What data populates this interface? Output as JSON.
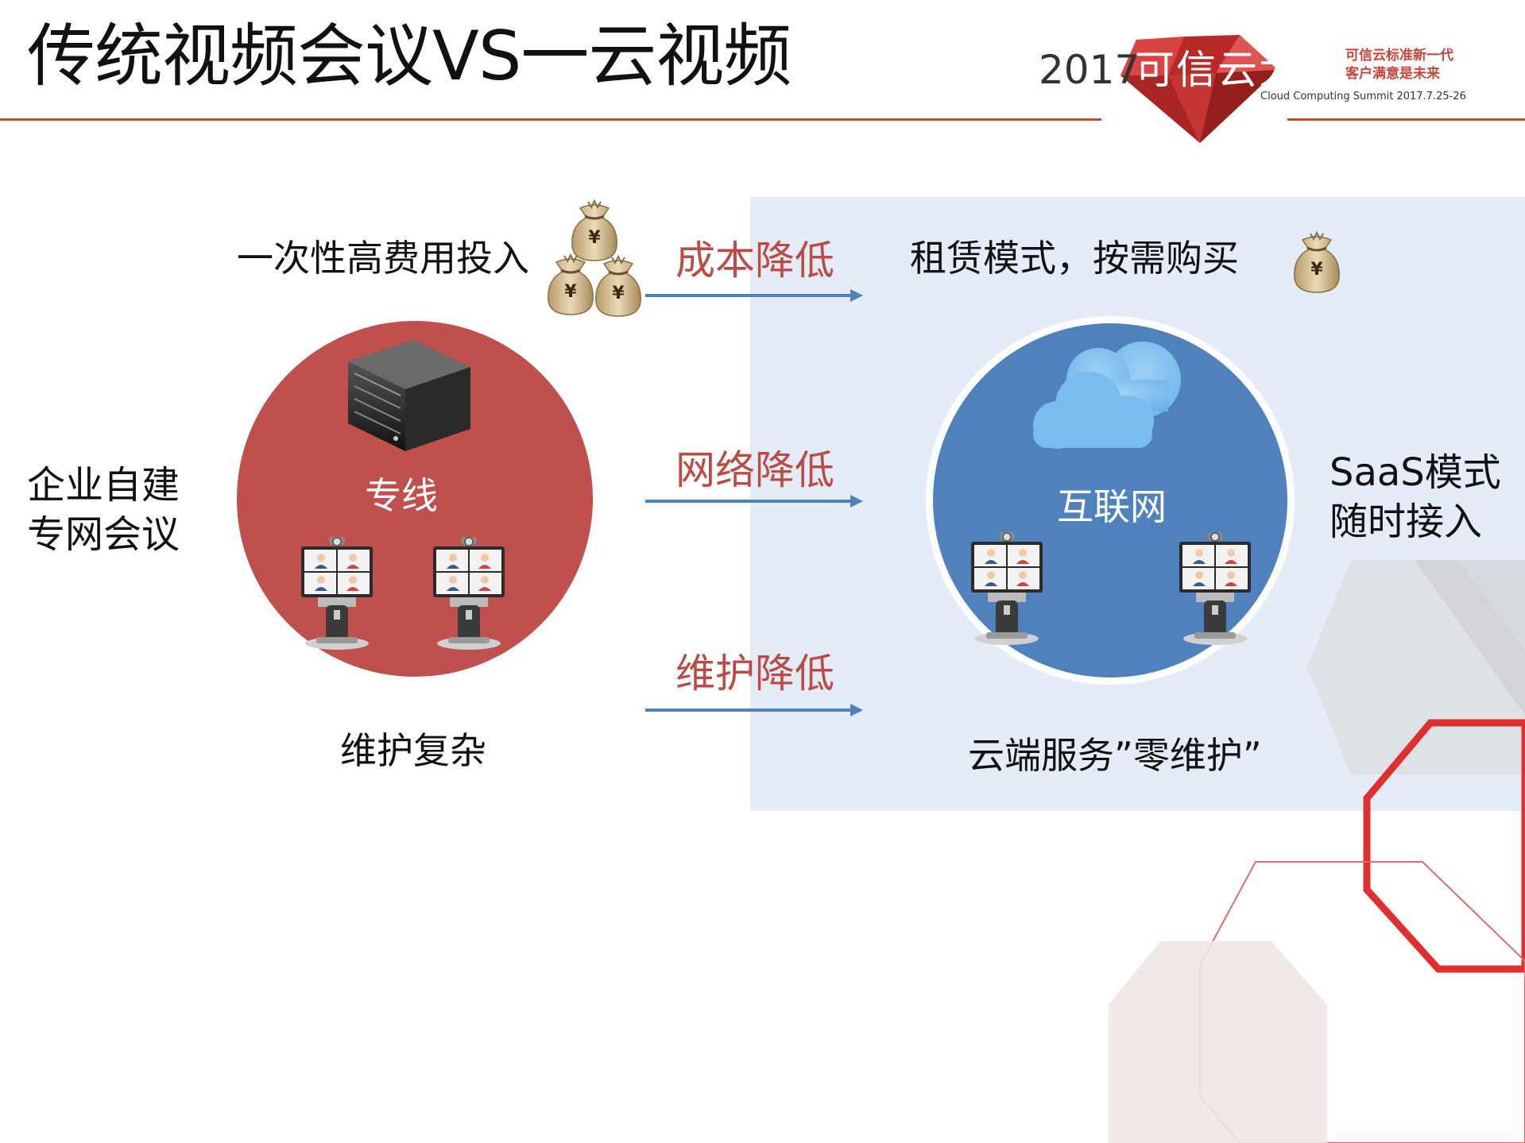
{
  "slide": {
    "title": "传统视频会议VS一云视频",
    "logo": {
      "year": "2017",
      "name": "可信云大会",
      "slogan_line1": "可信云标准新一代",
      "slogan_line2": "客户满意是未来",
      "subtitle": "Cloud Computing Summit 2017.7.25-26"
    }
  },
  "left": {
    "cost_text": "一次性高费用投入",
    "side_line1": "企业自建",
    "side_line2": "专网会议",
    "circle_label": "专线",
    "bottom_text": "维护复杂"
  },
  "middle": {
    "arrows": [
      "成本降低",
      "网络降低",
      "维护降低"
    ]
  },
  "right": {
    "cost_text": "租赁模式，按需购买",
    "side_line1": "SaaS模式",
    "side_line2": "随时接入",
    "circle_label": "互联网",
    "bottom_text": "云端服务”零维护”"
  },
  "colors": {
    "accent_red": "#c23b36",
    "arrow_label_red": "#bd4a44",
    "left_circle": "#c0504d",
    "right_circle": "#4f81bd",
    "panel_bg": "#e4ecf7",
    "arrow_blue": "#4f81bd"
  },
  "icons": [
    "money-bag-icon",
    "server-icon",
    "cloud-icon",
    "video-terminal-icon"
  ]
}
